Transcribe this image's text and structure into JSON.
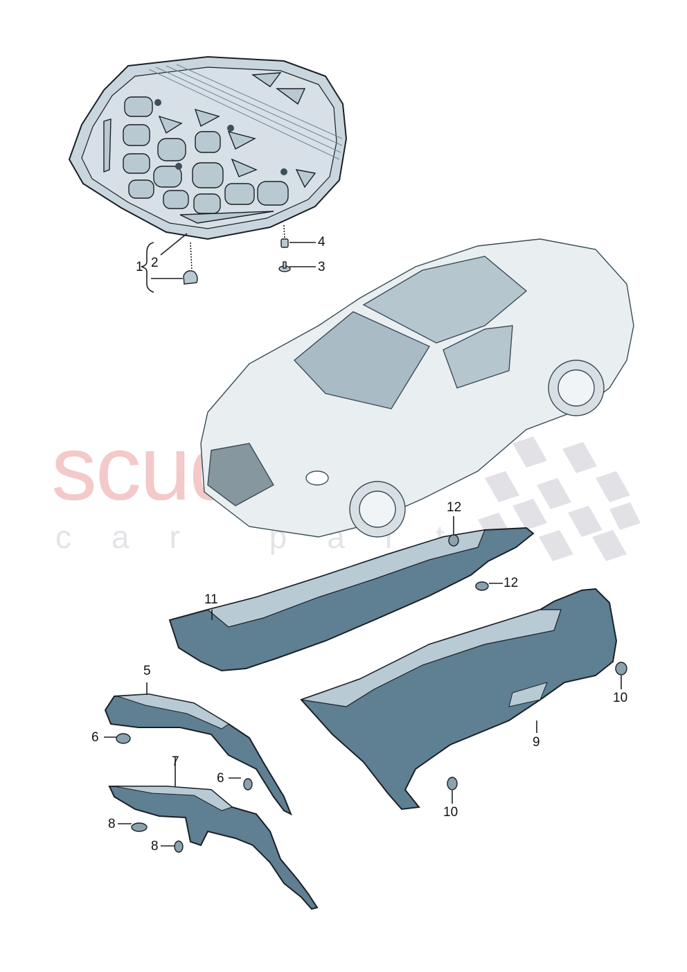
{
  "diagram": {
    "type": "parts-exploded-view",
    "subject": "Convertible car – hood sound insulation / engine compartment insulation panels",
    "watermark": {
      "main_text": "scuderia",
      "sub_text": "car parts",
      "main_color": "#f4c9c9",
      "sub_color": "#e4e4e8",
      "flag_color": "#e2e2e6"
    },
    "colors": {
      "part_fill": "#5f7f92",
      "part_light": "#b8cad4",
      "hood_panel_fill": "#c9d6dd",
      "car_body": "#e9eef1",
      "car_glass": "#a9bcc6",
      "outline": "#1a1f24"
    },
    "callouts": [
      {
        "number": "1",
        "part": "hood insulation set (bracket group)"
      },
      {
        "number": "2",
        "part": "hood insulation panel"
      },
      {
        "number": "3",
        "part": "fastener (screw)"
      },
      {
        "number": "4",
        "part": "fastener (nut)"
      },
      {
        "number": "5",
        "part": "insulation panel, upper"
      },
      {
        "number": "6",
        "part": "clip"
      },
      {
        "number": "6",
        "part": "clip"
      },
      {
        "number": "7",
        "part": "insulation panel, lower"
      },
      {
        "number": "8",
        "part": "clip"
      },
      {
        "number": "8",
        "part": "clip"
      },
      {
        "number": "9",
        "part": "bulkhead insulation, large"
      },
      {
        "number": "10",
        "part": "clip"
      },
      {
        "number": "10",
        "part": "clip"
      },
      {
        "number": "11",
        "part": "insulation, side member"
      },
      {
        "number": "12",
        "part": "clip"
      },
      {
        "number": "12",
        "part": "clip"
      }
    ]
  }
}
